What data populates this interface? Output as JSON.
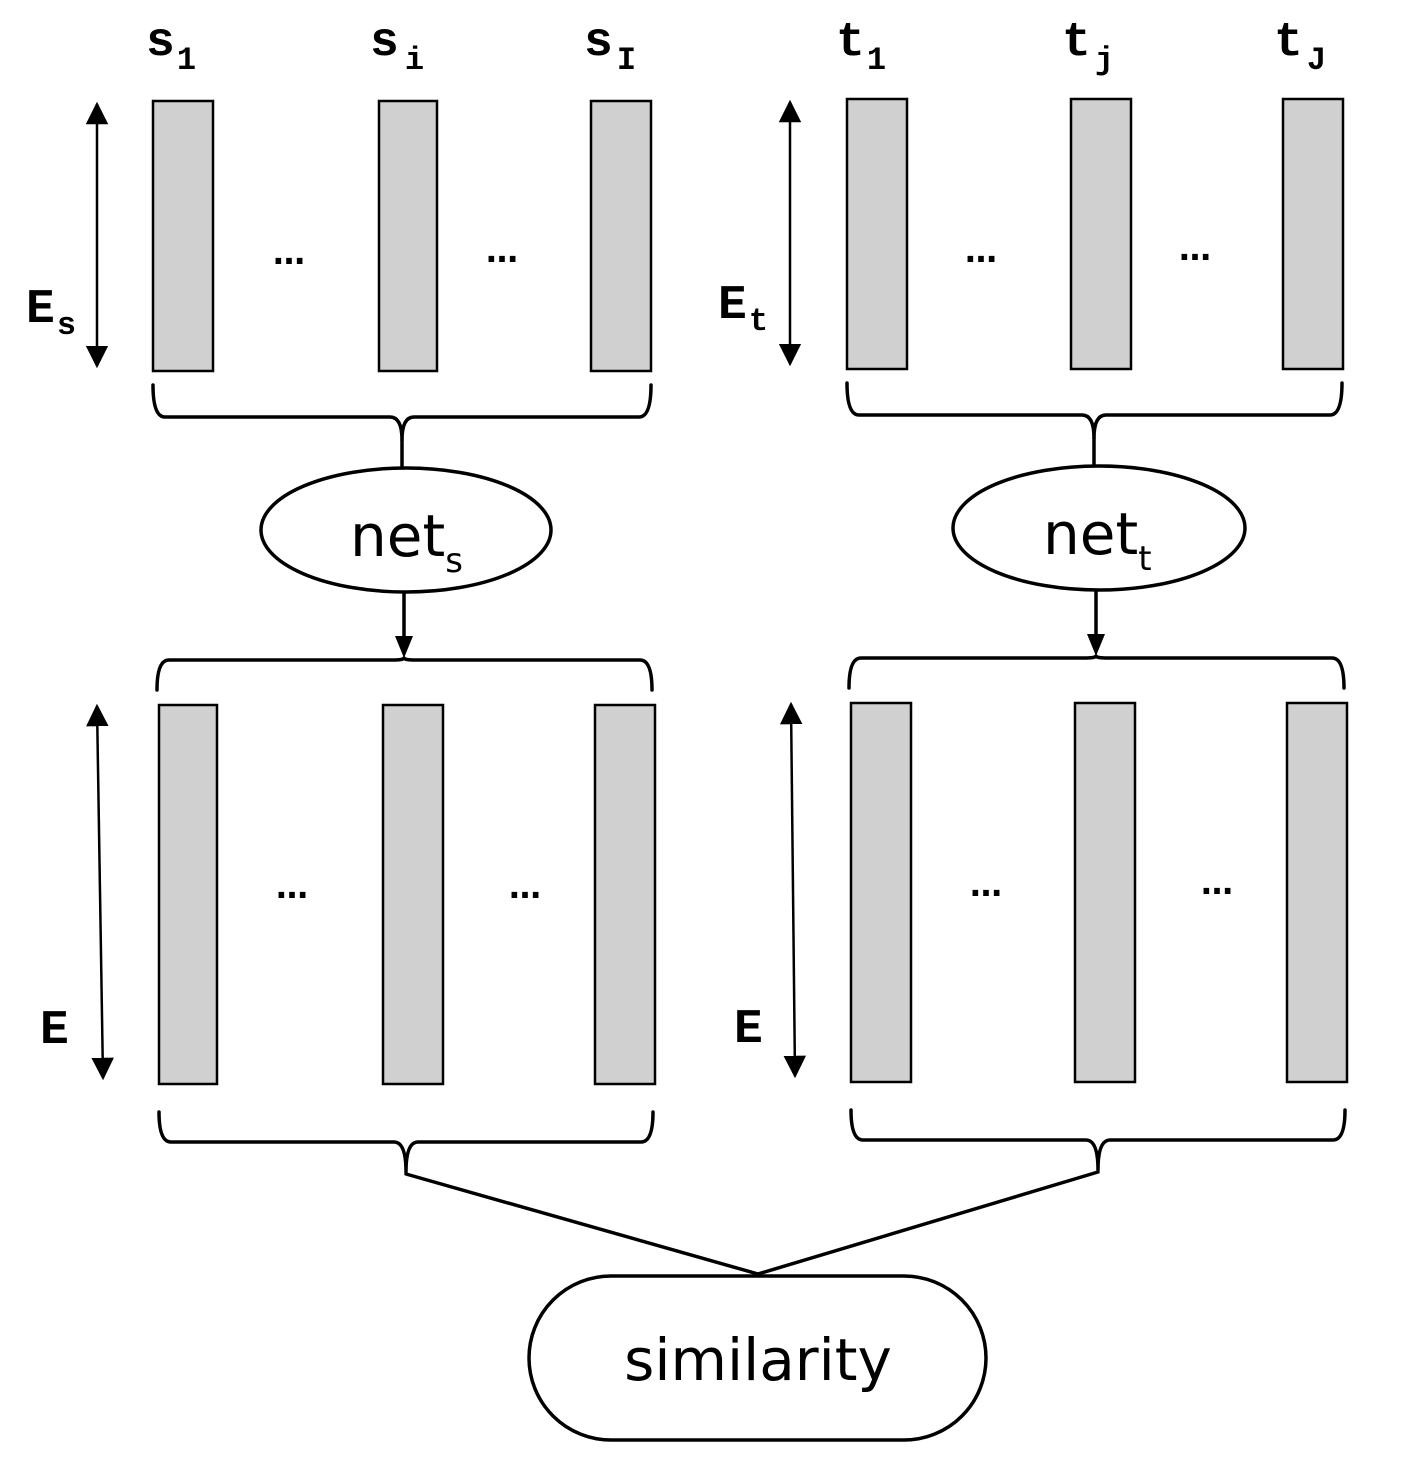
{
  "source": {
    "tokens": [
      {
        "base": "s",
        "sub": "1"
      },
      {
        "base": "s",
        "sub": "i"
      },
      {
        "base": "s",
        "sub": "I"
      }
    ],
    "input_dim": {
      "base": "E",
      "sub": "s"
    },
    "network": {
      "base": "net",
      "sub": "s"
    },
    "output_dim": {
      "base": "E",
      "sub": ""
    }
  },
  "target": {
    "tokens": [
      {
        "base": "t",
        "sub": "1"
      },
      {
        "base": "t",
        "sub": "j"
      },
      {
        "base": "t",
        "sub": "J"
      }
    ],
    "input_dim": {
      "base": "E",
      "sub": "t"
    },
    "network": {
      "base": "net",
      "sub": "t"
    },
    "output_dim": {
      "base": "E",
      "sub": ""
    }
  },
  "ellipsis": "…",
  "similarity_label": "similarity"
}
